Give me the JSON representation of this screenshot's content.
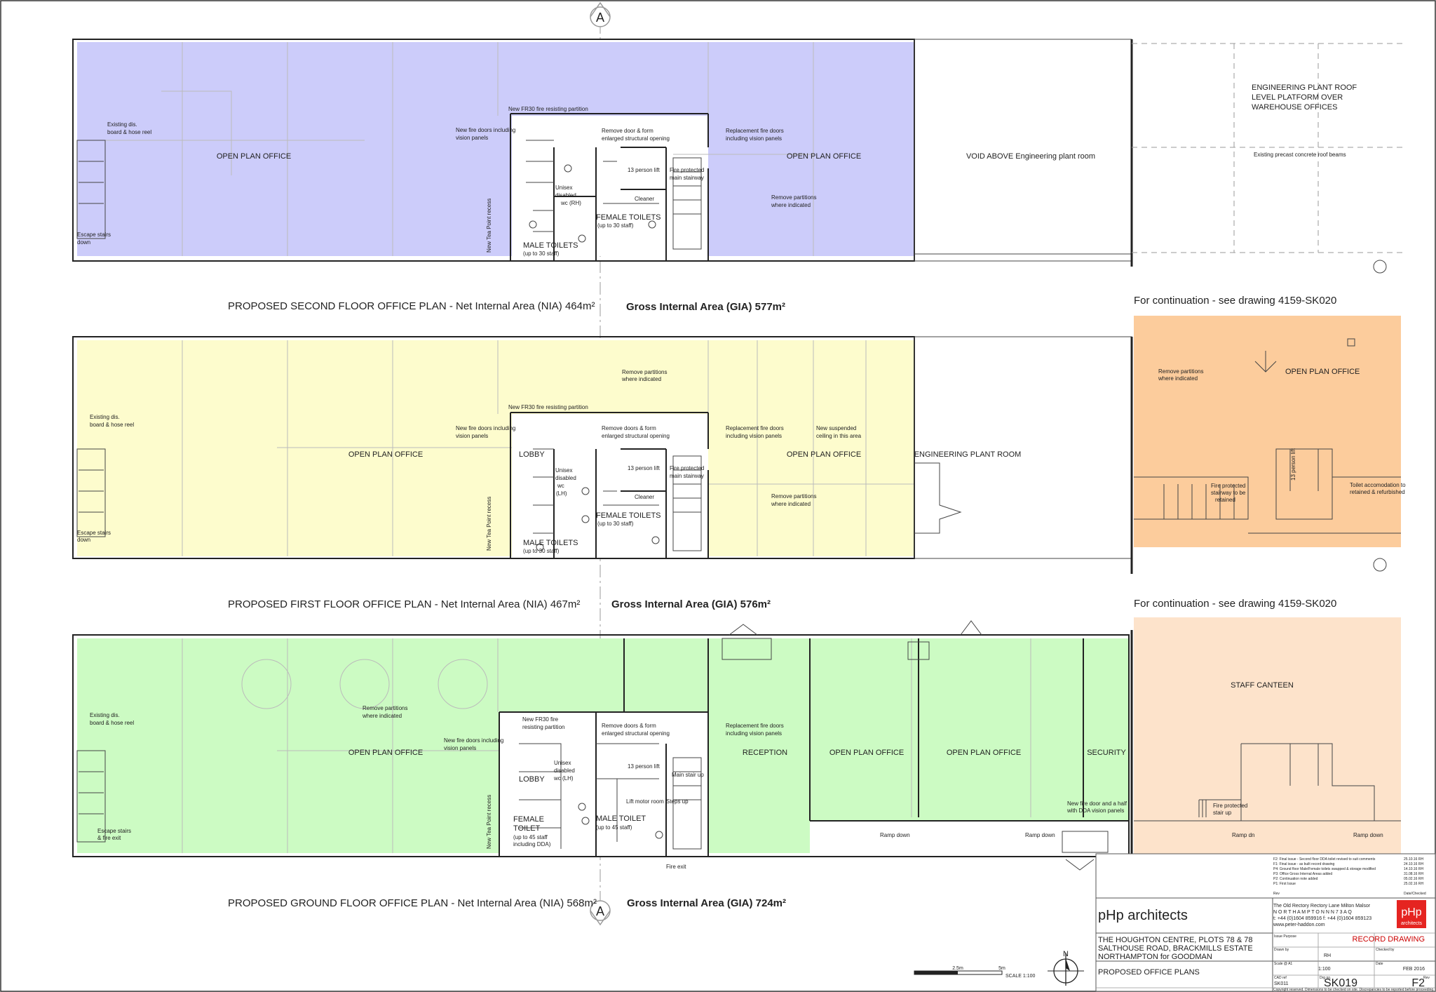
{
  "colors": {
    "second_floor": "#ccccfa",
    "first_floor": "#fdfccd",
    "ground_floor": "#ccfbc3",
    "continuation_first": "#fccc9c",
    "continuation_ground": "#fde3cb",
    "logo": "#e52421",
    "record": "#cc0000",
    "ramp_blue": "#c7eefc"
  },
  "section_marker": "A",
  "second_floor": {
    "title": "PROPOSED SECOND FLOOR OFFICE PLAN - Net Internal Area (NIA) 464m²",
    "gia": "Gross Internal Area (GIA) 577m²",
    "labels": {
      "open_plan_left": "OPEN PLAN OFFICE",
      "open_plan_right": "OPEN PLAN OFFICE",
      "existing_dis_1": "Existing dis.",
      "existing_dis_2": "board & hose reel",
      "escape_1": "Escape stairs",
      "escape_2": "down",
      "fr30": "New FR30 fire resisting partition",
      "new_fire_1": "New fire doors including",
      "new_fire_2": "vision panels",
      "remove_door_1": "Remove door & form",
      "remove_door_2": "enlarged structural opening",
      "replacement_1": "Replacement fire doors",
      "replacement_2": "including vision panels",
      "person_lift": "13 person lift",
      "fire_prot_1": "Fire protected",
      "fire_prot_2": "main stairway",
      "unisex_1": "Unisex",
      "unisex_2": "disabled",
      "unisex_3": "wc (RH)",
      "cleaner": "Cleaner",
      "female": "FEMALE TOILETS",
      "female_sub": "(up to 30 staff)",
      "male": "MALE TOILETS",
      "male_sub": "(up to 30 staff)",
      "new_tea": "New Tea Point recess",
      "remove_part_1": "Remove partitions",
      "remove_part_2": "where indicated",
      "void": "VOID ABOVE Engineering plant room",
      "eng_roof_1": "ENGINEERING PLANT ROOF",
      "eng_roof_2": "LEVEL PLATFORM OVER",
      "eng_roof_3": "WAREHOUSE OFFICES",
      "precast": "Existing precast concrete roof beams"
    },
    "continuation": "For continuation - see drawing 4159-SK020"
  },
  "first_floor": {
    "title": "PROPOSED FIRST FLOOR OFFICE PLAN - Net Internal Area (NIA) 467m²",
    "gia": "Gross Internal Area (GIA) 576m²",
    "labels": {
      "open_plan_left": "OPEN PLAN OFFICE",
      "open_plan_right": "OPEN PLAN OFFICE",
      "existing_dis_1": "Existing dis.",
      "existing_dis_2": "board & hose reel",
      "escape_1": "Escape stairs",
      "escape_2": "down",
      "fr30": "New FR30 fire resisting partition",
      "new_fire_1": "New fire doors including",
      "new_fire_2": "vision panels",
      "remove_door_1": "Remove doors & form",
      "remove_door_2": "enlarged structural opening",
      "replacement_1": "Replacement fire doors",
      "replacement_2": "including vision panels",
      "new_susp_1": "New suspended",
      "new_susp_2": "ceiling in this area",
      "remove_top_1": "Remove partitions",
      "remove_top_2": "where indicated",
      "lobby": "LOBBY",
      "person_lift": "13 person lift",
      "fire_prot_1": "Fire protected",
      "fire_prot_2": "main stairway",
      "unisex_1": "Unisex",
      "unisex_2": "disabled",
      "unisex_3": "wc",
      "unisex_4": "(LH)",
      "cleaner": "Cleaner",
      "female": "FEMALE TOILETS",
      "female_sub": "(up to 30 staff)",
      "male": "MALE TOILETS",
      "male_sub": "(up to 30 staff)",
      "new_tea": "New Tea Point recess",
      "remove_part_1": "Remove partitions",
      "remove_part_2": "where indicated",
      "eng_plant": "ENGINEERING PLANT ROOM",
      "cont_open": "OPEN PLAN OFFICE",
      "cont_remove_1": "Remove partitions",
      "cont_remove_2": "where indicated",
      "cont_stair_1": "Fire protected",
      "cont_stair_2": "stairway to be",
      "cont_stair_3": "retained",
      "cont_toilet_1": "Toilet accomodation to",
      "cont_toilet_2": "retained & refurbished",
      "cont_lift": "13 person lift"
    },
    "continuation": "For continuation - see drawing 4159-SK020"
  },
  "ground_floor": {
    "title": "PROPOSED GROUND FLOOR OFFICE PLAN - Net Internal Area (NIA) 568m²",
    "gia": "Gross Internal Area (GIA) 724m²",
    "labels": {
      "open_plan_1": "OPEN PLAN OFFICE",
      "open_plan_2": "OPEN PLAN OFFICE",
      "open_plan_3": "OPEN PLAN OFFICE",
      "reception": "RECEPTION",
      "security": "SECURITY",
      "existing_dis_1": "Existing dis.",
      "existing_dis_2": "board & hose reel",
      "escape_1": "Escape stairs",
      "escape_2": "& fire exit",
      "remove_part_1": "Remove partitions",
      "remove_part_2": "where indicated",
      "new_fire_1": "New fire doors including",
      "new_fire_2": "vision panels",
      "fr30_1": "New FR30 fire",
      "fr30_2": "resisting partition",
      "remove_door_1": "Remove doors & form",
      "remove_door_2": "enlarged structural opening",
      "replacement_1": "Replacement fire doors",
      "replacement_2": "including vision panels",
      "lobby": "LOBBY",
      "unisex_1": "Unisex",
      "unisex_2": "disabled",
      "unisex_3": "wc (LH)",
      "person_lift": "13 person lift",
      "main_stair": "Main stair up",
      "lift_motor": "Lift motor room",
      "steps_up": "Steps up",
      "female_1": "FEMALE",
      "female_2": "TOILET",
      "female_sub_1": "(up to 45 staff",
      "female_sub_2": "including DDA)",
      "male": "MALE TOILET",
      "male_sub": "(up to 45 staff)",
      "new_tea": "New Tea Point recess",
      "fire_exit": "Fire exit",
      "ramp_1": "Ramp down",
      "ramp_2": "Ramp down",
      "ramp_3": "Ramp dn",
      "ramp_4": "Ramp down",
      "new_door_1": "New fire door and a half",
      "new_door_2": "with DDA vision panels",
      "staff_canteen": "STAFF CANTEEN",
      "cont_stair_1": "Fire protected",
      "cont_stair_2": "stair up"
    }
  },
  "scale_bar": {
    "mid": "2.5m",
    "end": "5m",
    "label": "SCALE 1:100"
  },
  "title_block": {
    "revisions": [
      {
        "text": "F2: Final issue - Second floor DDA toilet revised to suit comments",
        "date": "25.10.16 RH"
      },
      {
        "text": "F1: Final issue - as built record drawing",
        "date": "24.10.16 RH"
      },
      {
        "text": "P4: Ground floor Male/Female toilets swapped & storage modified",
        "date": "14.10.16 RH"
      },
      {
        "text": "P3: Office Gross Internal Areas added",
        "date": "31.08.16 RH"
      },
      {
        "text": "P2: Continuation note added",
        "date": "05.02.16 RH"
      },
      {
        "text": "P1: First Issue",
        "date": "25.02.16 RH"
      }
    ],
    "rev_header": "Date/Checked",
    "rev_col": "Rev",
    "firm": "pHp architects",
    "address_1": "The Old Rectory   Rectory Lane   Milton Malsor",
    "address_2": "N O R T H A M P T O N                 N N 7 3 A Q",
    "address_3": "t: +44 (0)1604 859916    f: +44 (0)1604 859123",
    "address_4": "www.peter-haddon.com",
    "logo_text": "pHp",
    "logo_sub": "architects",
    "issue_purpose_label": "Issue Purpose",
    "issue_purpose": "RECORD DRAWING",
    "project_1": "THE HOUGHTON CENTRE, PLOTS 78 & 78",
    "project_2": "SALTHOUSE ROAD, BRACKMILLS ESTATE",
    "project_3": "NORTHAMPTON for GOODMAN",
    "drawing_title": "PROPOSED OFFICE PLANS",
    "drawn_label": "Drawn by",
    "drawn": "RH",
    "checked_label": "Checked by",
    "scale_label": "Scale @ A1",
    "scale": "1:100",
    "date_label": "Date",
    "date": "FEB 2016",
    "cad_label": "CAD ref",
    "cad": "SK011",
    "dwg_label": "Drg no.",
    "dwg": "SK019",
    "rev_label": "Rev",
    "rev": "F2",
    "footer": "Copyright reserved.  Dimensions to be checked on site.  Discrepancies to be reported before proceeding."
  }
}
